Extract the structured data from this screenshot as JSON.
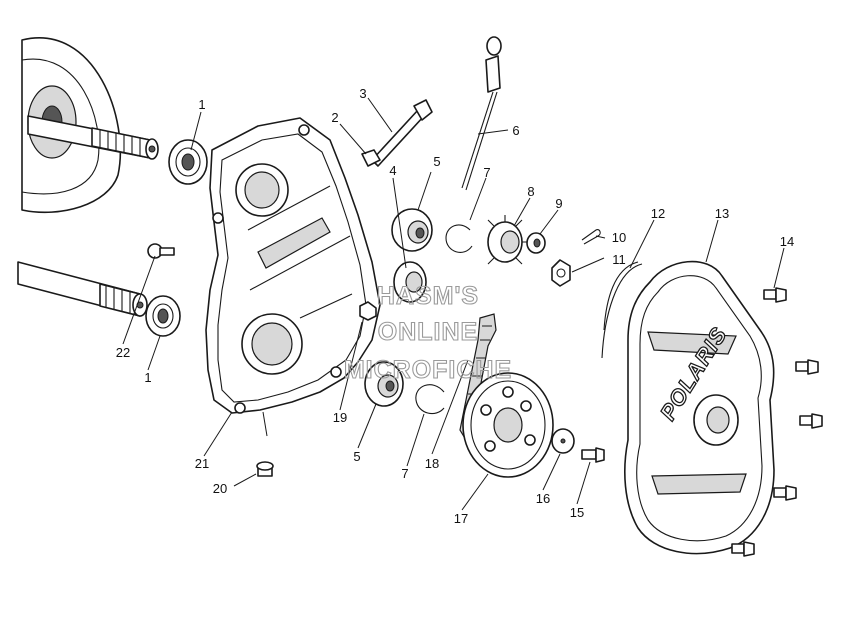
{
  "labels": {
    "p1_top": "1",
    "p1_bottom": "1",
    "p2": "2",
    "p3": "3",
    "p4": "4",
    "p5_top": "5",
    "p5_bottom": "5",
    "p6": "6",
    "p7_top": "7",
    "p7_bottom": "7",
    "p8": "8",
    "p9": "9",
    "p10": "10",
    "p11": "11",
    "p12": "12",
    "p13": "13",
    "p14": "14",
    "p15": "15",
    "p16": "16",
    "p17": "17",
    "p18": "18",
    "p19": "19",
    "p20": "20",
    "p21": "21",
    "p22": "22"
  },
  "watermark": {
    "line1": "HASM'S",
    "line2": "ONLINE",
    "line3": "MICROFICHE"
  },
  "cover_logo": "POLARIS"
}
